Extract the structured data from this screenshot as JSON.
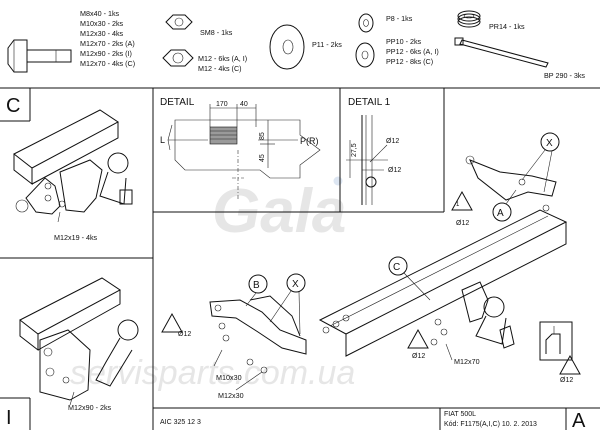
{
  "parts_bolts": [
    "M8x40 - 1ks",
    "M10x30 - 2ks",
    "M12x30 - 4ks",
    "M12x70 - 2ks (A)",
    "M12x90 - 2ks (I)",
    "M12x70 - 4ks (C)"
  ],
  "nut_sm8": "SM8 - 1ks",
  "nut_m12": [
    "M12 - 6ks (A, I)",
    "M12 - 4ks (C)"
  ],
  "washer_p11": "P11 - 2ks",
  "washer_small": [
    "P8 - 1ks",
    "PP10 - 2ks",
    "PP12 - 6ks (A, I)",
    "PP12 - 8ks (C)"
  ],
  "spring_pr14": "PR14 - 1ks",
  "tie_bp290": "BP 290 - 3ks",
  "detail": {
    "title": "DETAIL",
    "dim_170": "170",
    "dim_40": "40",
    "dim_85": "85",
    "dim_45": "45",
    "label_l": "L",
    "label_pr": "P(R)"
  },
  "detail1": {
    "title": "DETAIL 1",
    "dim_27_5": "27,5",
    "dim_12a": "Ø12",
    "dim_12b": "Ø12"
  },
  "panel_c": {
    "letter": "C",
    "bolt": "M12x19 - 4ks"
  },
  "panel_i": {
    "letter": "I",
    "bolt": "M12x90 - 2ks"
  },
  "main": {
    "callout_x1": "X",
    "callout_a": "A",
    "callout_c": "C",
    "callout_b": "B",
    "callout_x2": "X",
    "phi12_left": "Ø12",
    "phi12_mid": "Ø12",
    "phi12_right": "Ø12",
    "phi12_bottom": "Ø12",
    "bolt_m12x70": "M12x70",
    "bolt_m10x30": "M10x30",
    "bolt_m12x30": "M12x30",
    "code": "AIC 325 12 3",
    "letter_a": "A"
  },
  "footer": {
    "vehicle": "FIAT 500L",
    "kod": "Kód: F1175(A,I,C)  10. 2. 2013"
  },
  "watermark": {
    "logo": "Gala",
    "site": "servisparts.com.ua"
  }
}
